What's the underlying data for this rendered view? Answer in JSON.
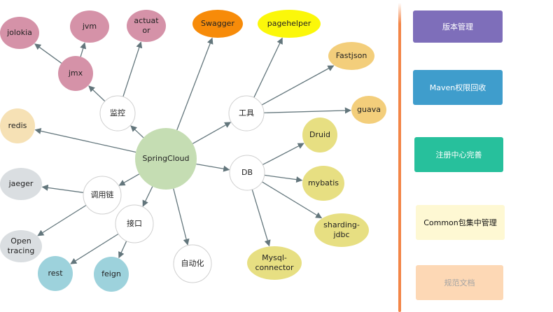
{
  "diagram": {
    "center": {
      "id": "springcloud",
      "label": "SpringCloud",
      "color": "#c5ddb3"
    },
    "nodes": [
      {
        "id": "jiankong",
        "label": "监控",
        "color": "#ffffff"
      },
      {
        "id": "gongju",
        "label": "工具",
        "color": "#ffffff"
      },
      {
        "id": "db",
        "label": "DB",
        "color": "#ffffff"
      },
      {
        "id": "diaoyonglian",
        "label": "调用链",
        "color": "#ffffff"
      },
      {
        "id": "jiekou",
        "label": "接口",
        "color": "#ffffff"
      },
      {
        "id": "zidonghua",
        "label": "自动化",
        "color": "#ffffff"
      },
      {
        "id": "jmx",
        "label": "jmx",
        "color": "#d592a8"
      },
      {
        "id": "jolokia",
        "label": "jolokia",
        "color": "#d592a8"
      },
      {
        "id": "jvm",
        "label": "jvm",
        "color": "#d592a8"
      },
      {
        "id": "actuator",
        "label": "actuat\nor",
        "color": "#d592a8"
      },
      {
        "id": "swagger",
        "label": "Swagger",
        "color": "#f78b09"
      },
      {
        "id": "pagehelper",
        "label": "pagehelper",
        "color": "#fbf70a"
      },
      {
        "id": "fastjson",
        "label": "Fastjson",
        "color": "#f3ce7b"
      },
      {
        "id": "guava",
        "label": "guava",
        "color": "#f3ce7b"
      },
      {
        "id": "redis",
        "label": "redis",
        "color": "#f6e1b5"
      },
      {
        "id": "druid",
        "label": "Druid",
        "color": "#e7df82"
      },
      {
        "id": "mybatis",
        "label": "mybatis",
        "color": "#e7df82"
      },
      {
        "id": "sharding",
        "label": "sharding-\njdbc",
        "color": "#e7df82"
      },
      {
        "id": "mysql",
        "label": "Mysql-\nconnector",
        "color": "#e7df82"
      },
      {
        "id": "jaeger",
        "label": "jaeger",
        "color": "#dadee1"
      },
      {
        "id": "opentracing",
        "label": "Open\ntracing",
        "color": "#dadee1"
      },
      {
        "id": "rest",
        "label": "rest",
        "color": "#9dd2dc"
      },
      {
        "id": "feign",
        "label": "feign",
        "color": "#9dd2dc"
      }
    ],
    "edges": [
      [
        "springcloud",
        "jiankong"
      ],
      [
        "springcloud",
        "swagger"
      ],
      [
        "springcloud",
        "gongju"
      ],
      [
        "springcloud",
        "db"
      ],
      [
        "springcloud",
        "redis"
      ],
      [
        "springcloud",
        "diaoyonglian"
      ],
      [
        "springcloud",
        "jiekou"
      ],
      [
        "springcloud",
        "zidonghua"
      ],
      [
        "jiankong",
        "jmx"
      ],
      [
        "jiankong",
        "actuator"
      ],
      [
        "jmx",
        "jolokia"
      ],
      [
        "jmx",
        "jvm"
      ],
      [
        "gongju",
        "pagehelper"
      ],
      [
        "gongju",
        "fastjson"
      ],
      [
        "gongju",
        "guava"
      ],
      [
        "db",
        "druid"
      ],
      [
        "db",
        "mybatis"
      ],
      [
        "db",
        "sharding"
      ],
      [
        "db",
        "mysql"
      ],
      [
        "diaoyonglian",
        "jaeger"
      ],
      [
        "diaoyonglian",
        "opentracing"
      ],
      [
        "jiekou",
        "rest"
      ],
      [
        "jiekou",
        "feign"
      ]
    ],
    "edge_color": "#63767c"
  },
  "sidebar": {
    "divider_color": "#f38648",
    "boxes": [
      {
        "label": "版本管理",
        "bg": "#7e6eba",
        "fg": "#ffffff"
      },
      {
        "label": "Maven权限回收",
        "bg": "#3f9dcc",
        "fg": "#ffffff"
      },
      {
        "label": "注册中心完善",
        "bg": "#27c09c",
        "fg": "#ffffff"
      },
      {
        "label": "Common包集中管理",
        "bg": "#fef8d3",
        "fg": "#111111"
      },
      {
        "label": "规范文档",
        "bg": "#fdd8b5",
        "fg": "#a3a3a3"
      }
    ]
  }
}
